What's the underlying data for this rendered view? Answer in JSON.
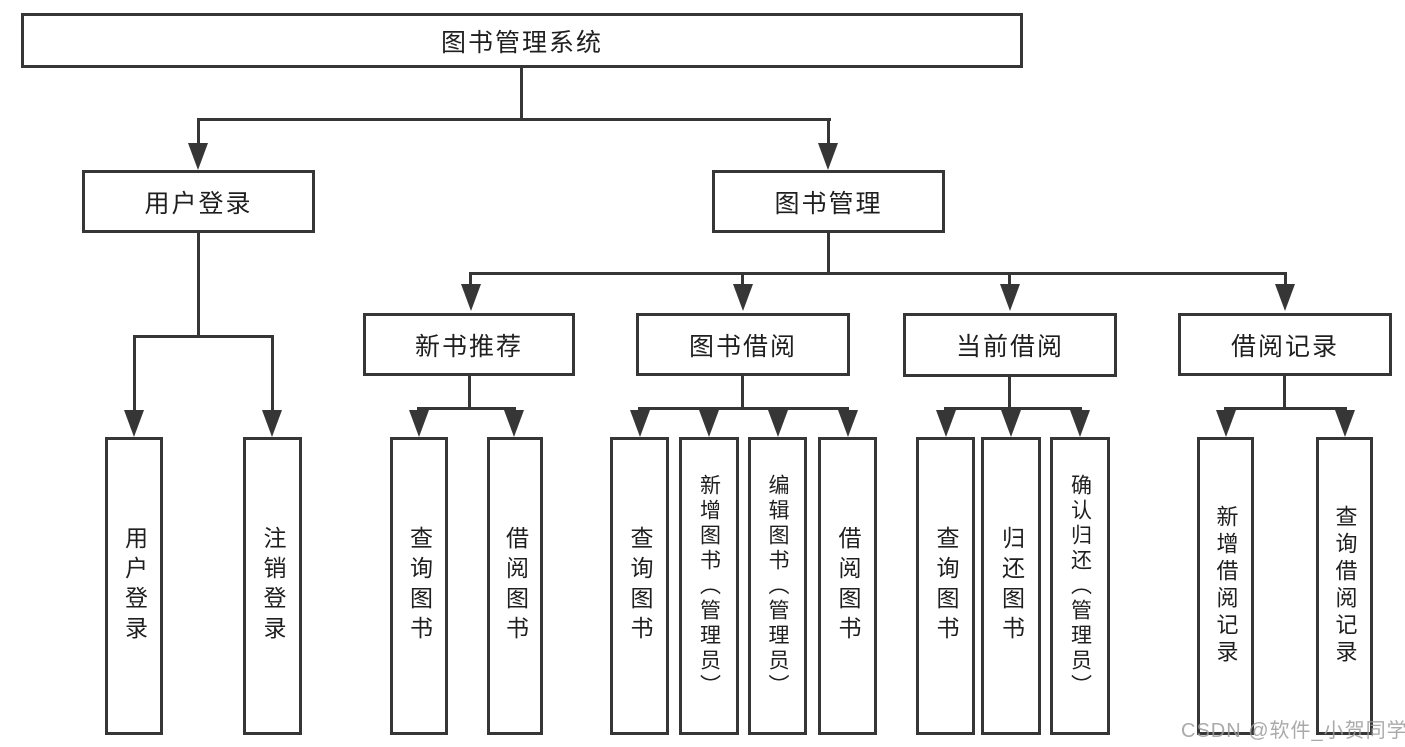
{
  "diagram": {
    "watermark": "CSDN @软件_小贺同学",
    "colors": {
      "line": "#363636",
      "text": "#1f1f1f",
      "watermark": "#9c9c9c",
      "background": "#ffffff"
    },
    "tree": {
      "label": "图书管理系统",
      "children": [
        {
          "label": "用户登录",
          "children": [
            {
              "label": "用户登录"
            },
            {
              "label": "注销登录"
            }
          ]
        },
        {
          "label": "图书管理",
          "children": [
            {
              "label": "新书推荐",
              "children": [
                {
                  "label": "查询图书"
                },
                {
                  "label": "借阅图书"
                }
              ]
            },
            {
              "label": "图书借阅",
              "children": [
                {
                  "label": "查询图书"
                },
                {
                  "label": "新增图书（管理员）"
                },
                {
                  "label": "编辑图书（管理员）"
                },
                {
                  "label": "借阅图书"
                }
              ]
            },
            {
              "label": "当前借阅",
              "children": [
                {
                  "label": "查询图书"
                },
                {
                  "label": "归还图书"
                },
                {
                  "label": "确认归还（管理员）"
                }
              ]
            },
            {
              "label": "借阅记录",
              "children": [
                {
                  "label": "新增借阅记录"
                },
                {
                  "label": "查询借阅记录"
                }
              ]
            }
          ]
        }
      ]
    }
  }
}
